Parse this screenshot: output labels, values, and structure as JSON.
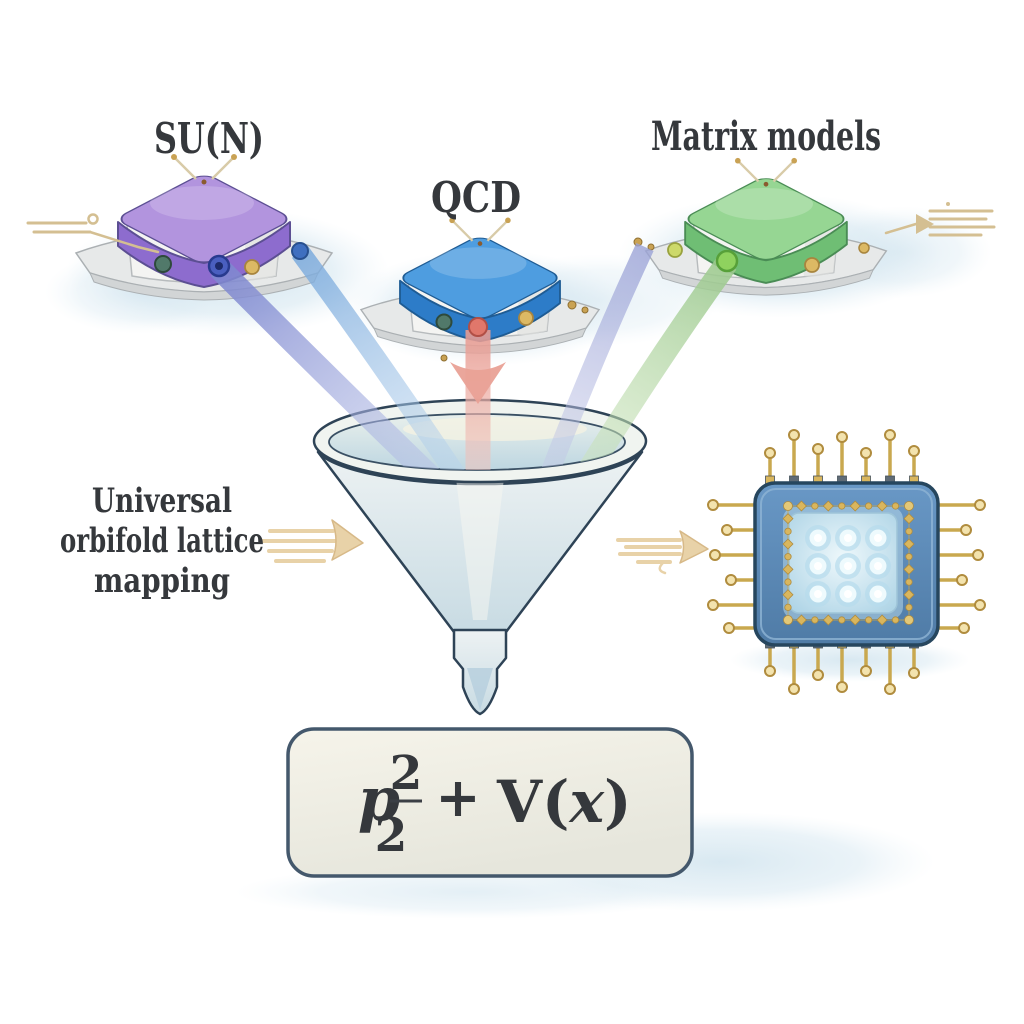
{
  "labels": {
    "source_1": "SU(N)",
    "source_2": "QCD",
    "source_3": "Matrix models",
    "mapping_line_1": "Universal",
    "mapping_line_2": "orbifold lattice",
    "mapping_line_3": "mapping"
  },
  "formula": {
    "reading": "p^2/2 + V(x)",
    "kinetic_base": "p",
    "kinetic_sup": "2",
    "kinetic_sub": "2",
    "plus": "+",
    "potential_open": "V(",
    "potential_var": "x",
    "potential_close": ")"
  },
  "icons": {
    "source_module": "module-chip-icon",
    "flow_funnel": "funnel-icon",
    "mapping_arrow": "flow-arrow-icon",
    "output_processor": "processor-chip-icon"
  },
  "colors": {
    "text": "#35383c",
    "sun_top": "#b294de",
    "sun_side": "#8d6cce",
    "qcd_top": "#4e9de0",
    "qcd_side": "#2d7cc8",
    "matrix_top": "#96d693",
    "matrix_side": "#6fbe74",
    "stream_sun_a": "#7d86cf",
    "stream_sun_b": "#79a9dc",
    "stream_qcd": "#e89a90",
    "stream_matrix_a": "#9aa2d6",
    "stream_matrix_b": "#9cc98e",
    "funnel_fill": "#f0f4f0",
    "funnel_outline": "#2e4356",
    "arrow": "#e8d2a8",
    "chip_body": "#6998c6",
    "chip_pin": "#d9b65e",
    "formula_box_fill": "#f6f4ea",
    "formula_box_border": "#44586c",
    "shadow_blob": "#cfe3ee"
  }
}
